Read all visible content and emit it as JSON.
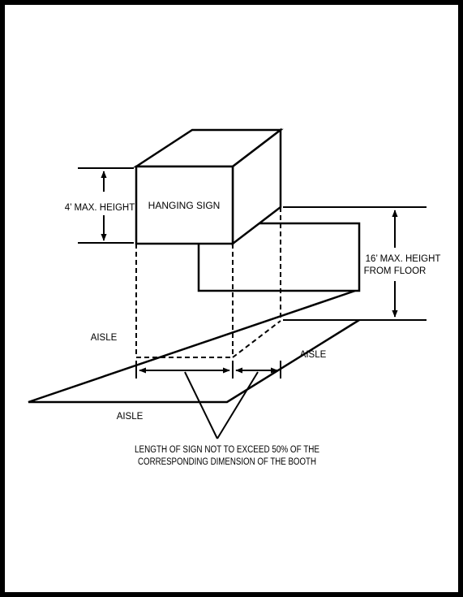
{
  "labels": {
    "sign": "HANGING SIGN",
    "sign_height": "4’ MAX. HEIGHT",
    "max_height_line1": "16’ MAX. HEIGHT",
    "max_height_line2": "FROM FLOOR",
    "aisle_left": "AISLE",
    "aisle_right": "AISLE",
    "aisle_bottom": "AISLE",
    "note_line1": "LENGTH OF SIGN NOT TO EXCEED 50% OF THE",
    "note_line2": "CORRESPONDING DIMENSION OF THE BOOTH"
  },
  "colors": {
    "ink": "#000000",
    "background": "#ffffff"
  }
}
